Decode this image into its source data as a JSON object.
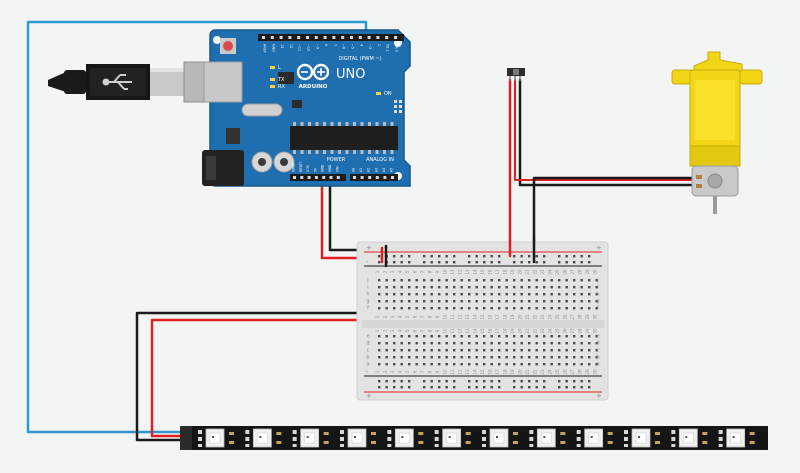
{
  "board": {
    "brand": "ARDUINO",
    "model": "UNO",
    "digital_label": "DIGITAL (PWM ~)",
    "power_label": "POWER",
    "analog_label": "ANALOG IN",
    "tx_label": "TX",
    "rx_label": "RX",
    "led_label": "L",
    "on_label": "ON",
    "digital_pins": [
      "AREF",
      "GND",
      "13",
      "12",
      "~11",
      "~10",
      "~9",
      "8",
      "7",
      "~6",
      "~5",
      "4",
      "~3",
      "2",
      "TX 1",
      "RX 0"
    ],
    "power_pins": [
      "IOREF",
      "RESET",
      "3.3V",
      "5V",
      "GND",
      "GND",
      "VIN"
    ],
    "analog_pins": [
      "A0",
      "A1",
      "A2",
      "A3",
      "A4",
      "A5"
    ]
  },
  "breadboard": {
    "row_letters_top": [
      "j",
      "i",
      "h",
      "g",
      "f"
    ],
    "row_letters_bottom": [
      "e",
      "d",
      "c",
      "b",
      "a"
    ],
    "col_numbers": [
      "1",
      "2",
      "3",
      "4",
      "5",
      "6",
      "7",
      "8",
      "9",
      "10",
      "11",
      "12",
      "13",
      "14",
      "15",
      "16",
      "17",
      "18",
      "19",
      "20",
      "21",
      "22",
      "23",
      "24",
      "25",
      "26",
      "27",
      "28",
      "29",
      "30"
    ],
    "plus": "+",
    "minus": "-"
  },
  "colors": {
    "board": "#1f6fb0",
    "board_edge": "#17578c",
    "wire_red": "#e02020",
    "wire_black": "#1a1a1a",
    "wire_blue": "#2a9ad0",
    "motor_yellow": "#f2d516",
    "strip": "#151515",
    "breadboard": "#e3e3e3"
  },
  "led_strip": {
    "led_count": 12
  },
  "components": {
    "usb": "usb-cable",
    "switch": "slide-switch",
    "motor": "dc-gear-motor",
    "strip": "neopixel-strip"
  }
}
